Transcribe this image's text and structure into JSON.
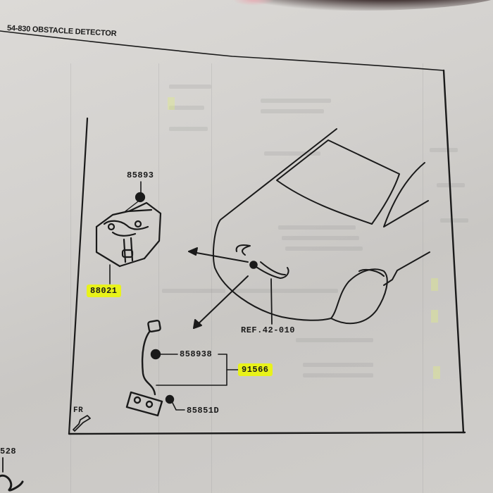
{
  "page": {
    "section_title": "54-830 OBSTACLE DETECTOR",
    "highlight_color": "#e8f21a",
    "paper_color": "#d6d4d1",
    "ink_color": "#1a1a1a"
  },
  "diagram": {
    "orientation_marker": {
      "label": "FR",
      "icon": "front-arrow-icon"
    },
    "parts": [
      {
        "id": "85893",
        "description": "nut on control unit bracket",
        "highlighted": false
      },
      {
        "id": "88021",
        "description": "obstacle detector control unit",
        "highlighted": true
      },
      {
        "id": "858938",
        "description": "grommet/clip on sensor harness",
        "highlighted": false
      },
      {
        "id": "91566",
        "description": "sensor harness assembly (group of 858938 & wire)",
        "highlighted": true
      },
      {
        "id": "85851D",
        "description": "bolt on sensor bracket",
        "highlighted": false
      }
    ],
    "reference": "REF.42-010",
    "partial_label_bottom_left": "528"
  }
}
